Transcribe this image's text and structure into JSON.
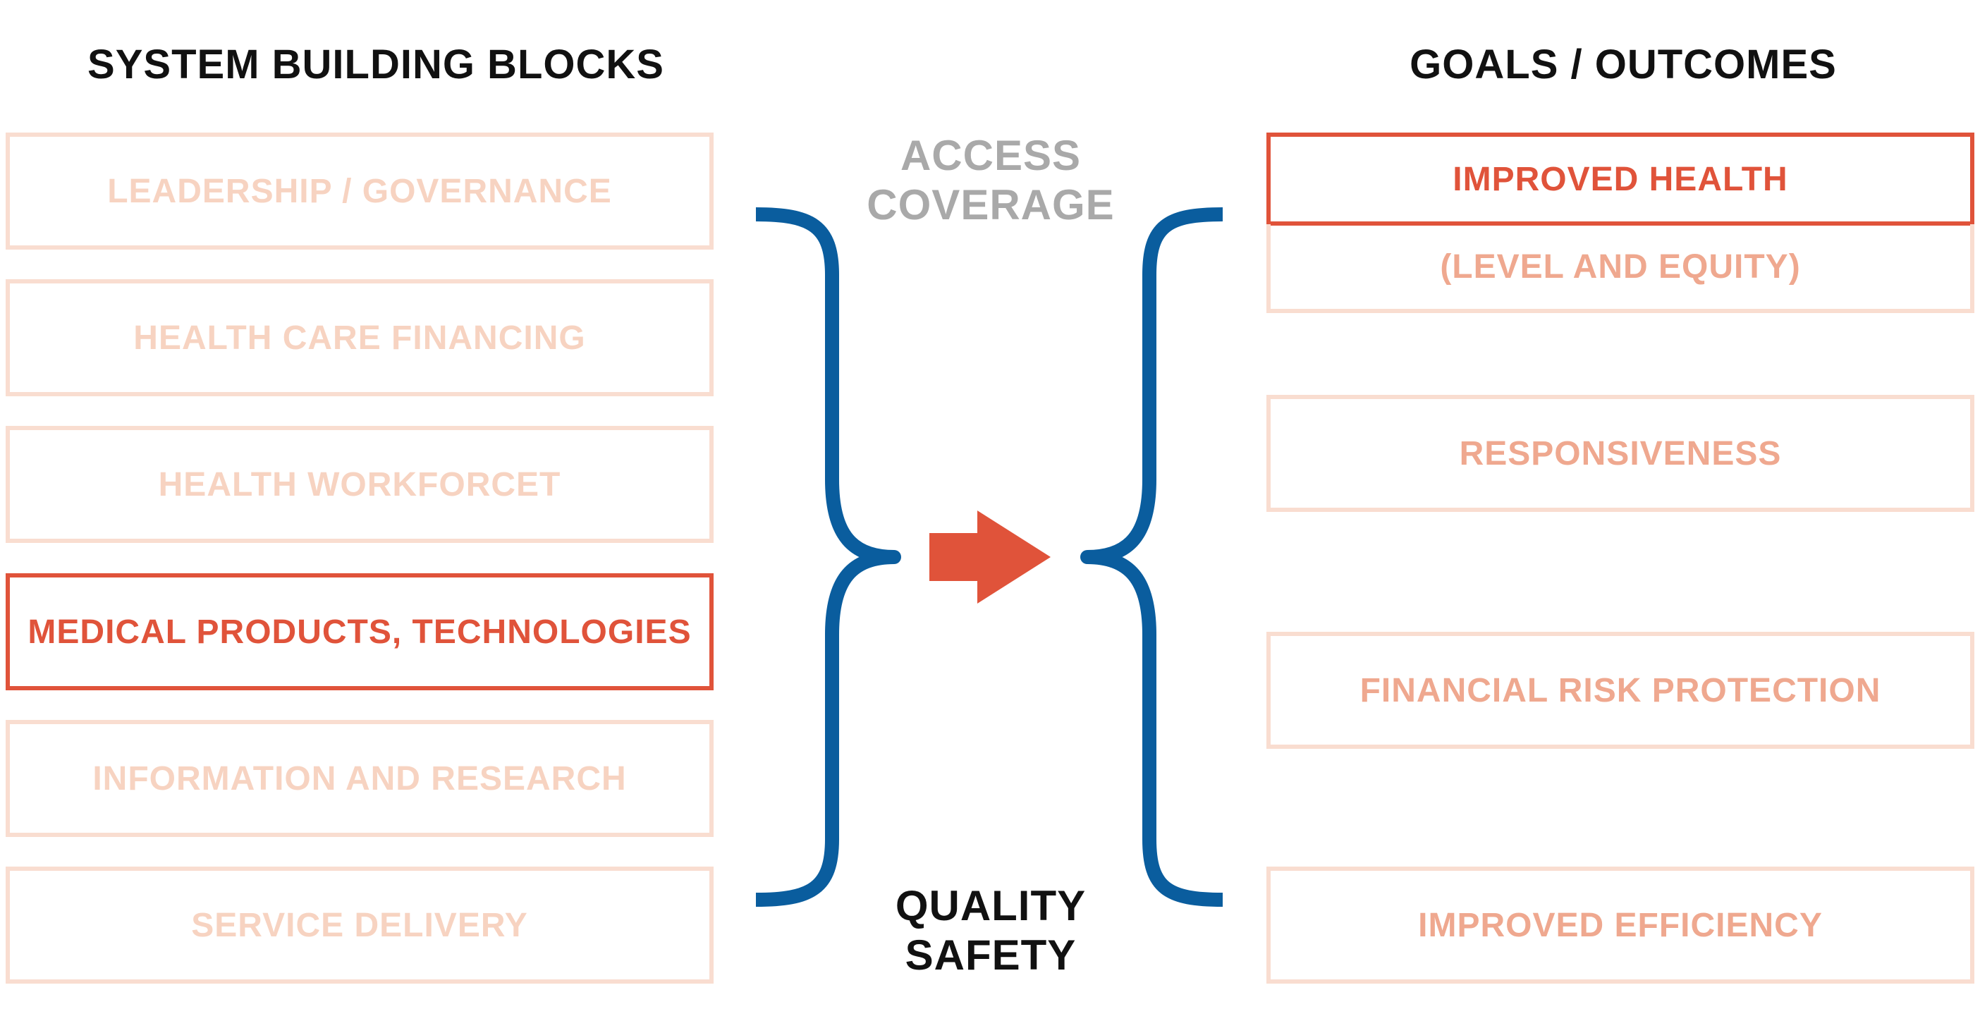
{
  "headings": {
    "building_blocks": "SYSTEM BUILDING BLOCKS",
    "goals": "GOALS / OUTCOMES"
  },
  "building_blocks": [
    {
      "label": "LEADERSHIP / GOVERNANCE",
      "highlighted": false
    },
    {
      "label": "HEALTH CARE FINANCING",
      "highlighted": false
    },
    {
      "label": "HEALTH WORKFORCET",
      "highlighted": false
    },
    {
      "label": "MEDICAL PRODUCTS, TECHNOLOGIES",
      "highlighted": true
    },
    {
      "label": "INFORMATION AND RESEARCH",
      "highlighted": false
    },
    {
      "label": "SERVICE DELIVERY",
      "highlighted": false
    }
  ],
  "middle": {
    "top_line1": "ACCESS",
    "top_line2": "COVERAGE",
    "bottom_line1": "QUALITY",
    "bottom_line2": "SAFETY"
  },
  "goals": {
    "improved_health": "IMPROVED HEALTH",
    "level_equity": "(LEVEL AND EQUITY)",
    "responsiveness": "RESPONSIVENESS",
    "financial_risk": "FINANCIAL RISK PROTECTION",
    "efficiency": "IMPROVED EFFICIENCY"
  },
  "colors": {
    "highlight": "#e0533a",
    "faded_text": "#f7d3c1",
    "faded_border": "#f9ddd0",
    "goal_text": "#efa88f",
    "brace": "#0a5d9e",
    "arrow": "#e0533a",
    "muted_label": "#a9a9a9"
  },
  "icons": [
    "right-brace-icon",
    "left-brace-icon",
    "right-arrow-icon"
  ]
}
